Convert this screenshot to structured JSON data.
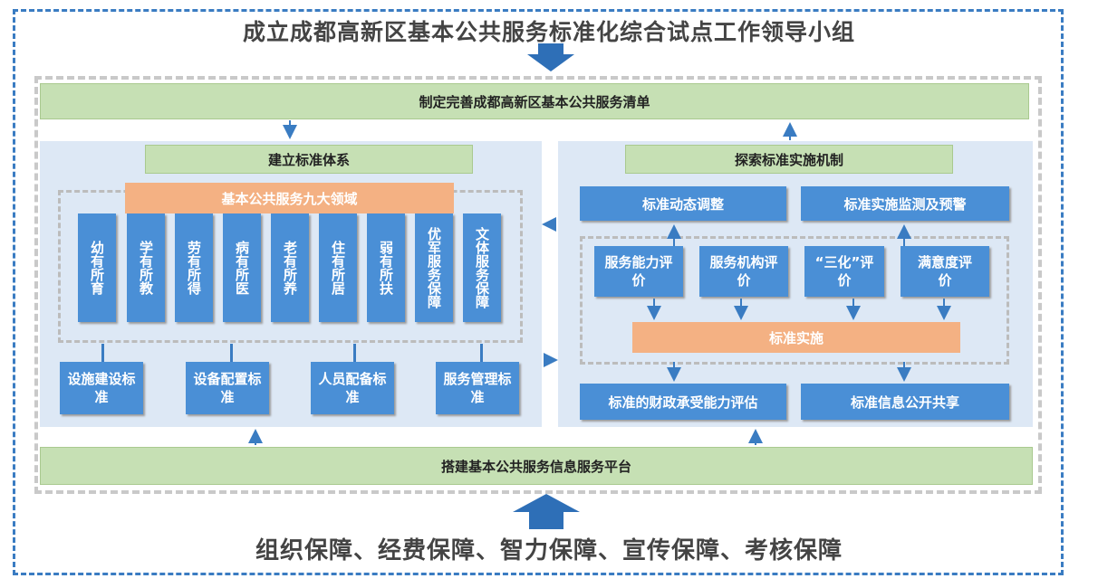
{
  "top_title": "成立成都高新区基本公共服务标准化综合试点工作领导小组",
  "bottom_title": "组织保障、经费保障、智力保障、宣传保障、考核保障",
  "list_bar": "制定完善成都高新区基本公共服务清单",
  "platform_bar": "搭建基本公共服务信息服务平台",
  "left": {
    "header": "建立标准体系",
    "domains_title": "基本公共服务九大领域",
    "domains": [
      "幼有所育",
      "学有所教",
      "劳有所得",
      "病有所医",
      "老有所养",
      "住有所居",
      "弱有所扶",
      "优军服务保障",
      "文体服务保障"
    ],
    "standards": [
      "设施建设标准",
      "设备配置标准",
      "人员配备标准",
      "服务管理标准"
    ]
  },
  "right": {
    "header": "探索标准实施机制",
    "top_boxes": [
      "标准动态调整",
      "标准实施监测及预警"
    ],
    "evaluations": [
      "服务能力评价",
      "服务机构评价",
      "“三化”评价",
      "满意度评价"
    ],
    "implementation": "标准实施",
    "bottom_boxes": [
      "标准的财政承受能力评估",
      "标准信息公开共享"
    ]
  },
  "colors": {
    "blue_box": "#4a8fd6",
    "green_bar": "#c6e0b4",
    "orange_bar": "#f4b183",
    "panel": "#dde8f5",
    "arrow": "#3a7cc2",
    "dash_border": "#3a7cc2"
  }
}
